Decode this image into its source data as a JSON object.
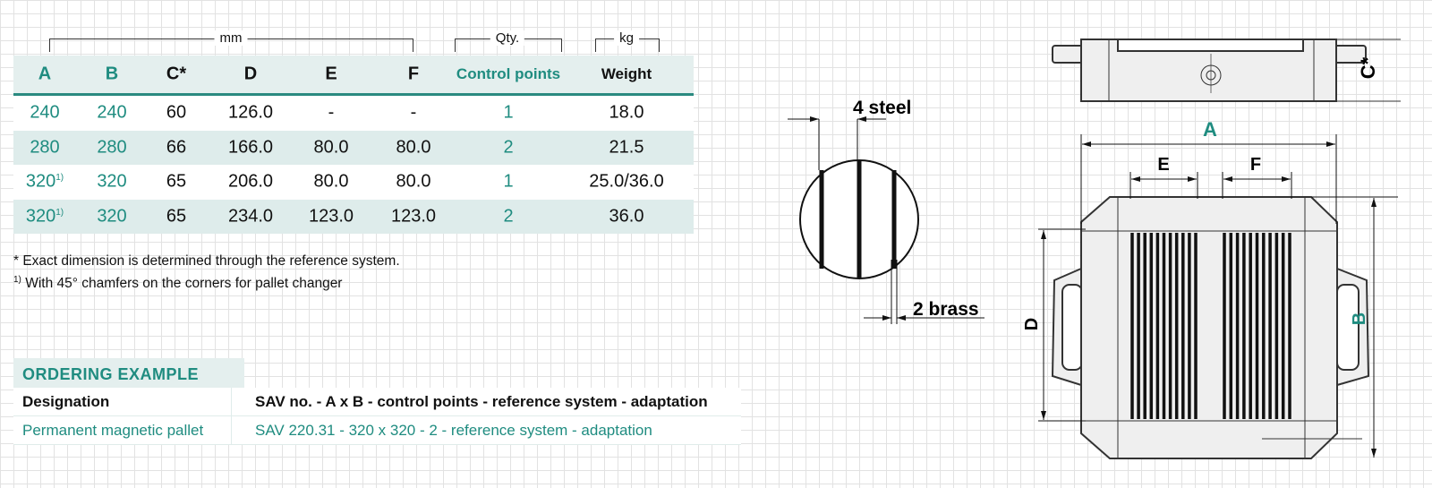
{
  "units": {
    "mm": "mm",
    "qty": "Qty.",
    "kg": "kg"
  },
  "table": {
    "headers": [
      "A",
      "B",
      "C*",
      "D",
      "E",
      "F",
      "Control points",
      "Weight"
    ],
    "rows": [
      {
        "A": "240",
        "A_note": "",
        "B": "240",
        "C": "60",
        "D": "126.0",
        "E": "-",
        "F": "-",
        "control_points": "1",
        "weight": "18.0"
      },
      {
        "A": "280",
        "A_note": "",
        "B": "280",
        "C": "66",
        "D": "166.0",
        "E": "80.0",
        "F": "80.0",
        "control_points": "2",
        "weight": "21.5"
      },
      {
        "A": "320",
        "A_note": "1)",
        "B": "320",
        "C": "65",
        "D": "206.0",
        "E": "80.0",
        "F": "80.0",
        "control_points": "1",
        "weight": "25.0/36.0"
      },
      {
        "A": "320",
        "A_note": "1)",
        "B": "320",
        "C": "65",
        "D": "234.0",
        "E": "123.0",
        "F": "123.0",
        "control_points": "2",
        "weight": "36.0"
      }
    ]
  },
  "notes": {
    "n1": "* Exact dimension is determined through the reference system.",
    "n2_mark": "1)",
    "n2": " With 45° chamfers on the corners for pallet changer"
  },
  "ordering": {
    "title": "ORDERING EXAMPLE",
    "header": [
      "Designation",
      "SAV no. - A x B - control points - reference system - adaptation"
    ],
    "example": [
      "Permanent magnetic pallet",
      "SAV 220.31 - 320 x 320 - 2 - reference system - adaptation"
    ]
  },
  "drawing": {
    "steel": "4 steel",
    "brass": "2 brass",
    "A": "A",
    "B": "B",
    "C": "C*",
    "D": "D",
    "E": "E",
    "F": "F"
  },
  "colors": {
    "teal": "#1f8c80",
    "header_bg": "#e4efee",
    "row_alt": "#deeceb"
  }
}
